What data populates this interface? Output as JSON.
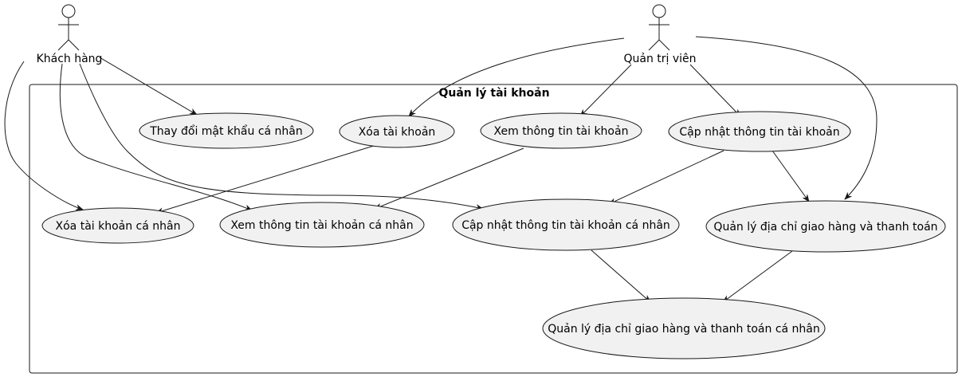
{
  "package": {
    "title": "Quản lý tài khoản"
  },
  "actors": {
    "customer": {
      "label": "Khách hàng"
    },
    "admin": {
      "label": "Quản trị viên"
    }
  },
  "use_cases": {
    "change_password": "Thay đổi mật khẩu cá nhân",
    "delete_account": "Xóa tài khoản",
    "view_account": "Xem thông tin tài khoản",
    "update_account": "Cập nhật thông tin tài khoản",
    "delete_personal": "Xóa tài khoản cá nhân",
    "view_personal": "Xem thông tin tài khoản cá nhân",
    "update_personal": "Cập nhật thông tin tài khoản cá nhân",
    "manage_address": "Quản lý địa chỉ giao hàng và thanh toán",
    "manage_address_personal": "Quản lý địa chỉ giao hàng và thanh toán cá nhân"
  },
  "relations": [
    [
      "customer",
      "change_password"
    ],
    [
      "customer",
      "delete_personal"
    ],
    [
      "customer",
      "view_personal"
    ],
    [
      "customer",
      "update_personal"
    ],
    [
      "admin",
      "delete_account"
    ],
    [
      "admin",
      "view_account"
    ],
    [
      "admin",
      "update_account"
    ],
    [
      "admin",
      "manage_address"
    ],
    [
      "delete_account",
      "delete_personal"
    ],
    [
      "view_account",
      "view_personal"
    ],
    [
      "update_account",
      "update_personal"
    ],
    [
      "update_account",
      "manage_address"
    ],
    [
      "update_personal",
      "manage_address_personal"
    ],
    [
      "manage_address",
      "manage_address_personal"
    ]
  ],
  "colors": {
    "use_case_fill": "#f1f1f1",
    "stroke": "#181818",
    "background": "#ffffff"
  }
}
